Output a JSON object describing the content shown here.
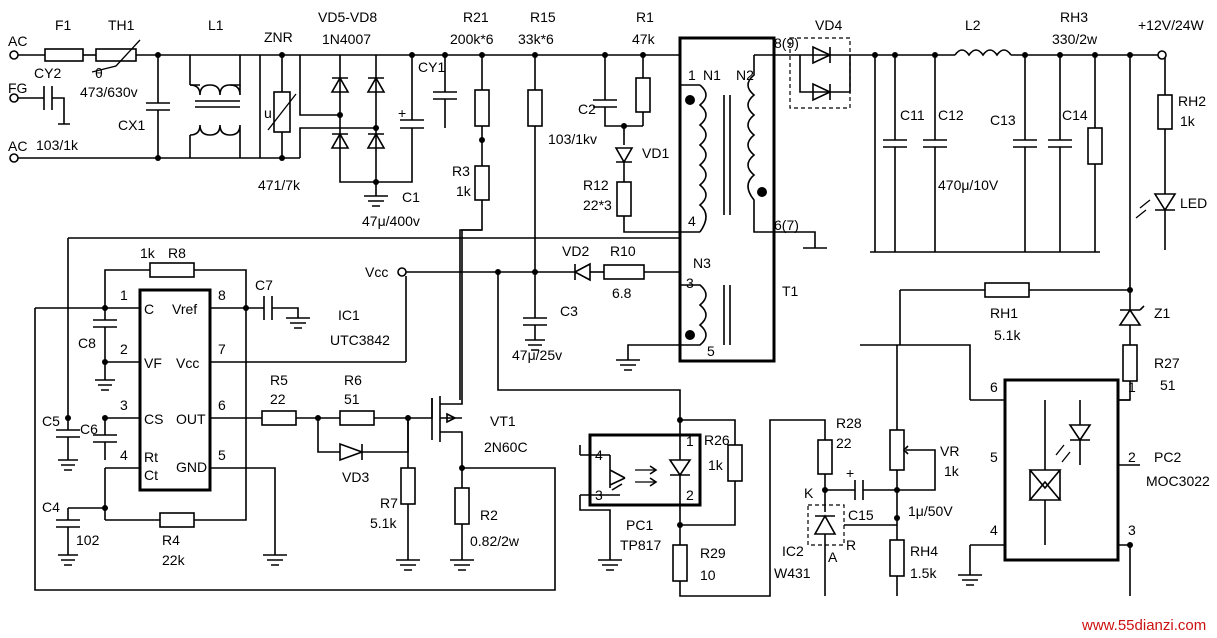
{
  "labels": {
    "ac_top": "AC",
    "fg": "FG",
    "ac_bottom": "AC",
    "f1": "F1",
    "th1": "TH1",
    "theta": "θ",
    "th1_val": "473/630v",
    "cy2": "CY2",
    "cy2_val": "103/1k",
    "cx1": "CX1",
    "l1": "L1",
    "znr": "ZNR",
    "znr_u": "u",
    "znr_val": "471/7k",
    "vd5_vd8": "VD5-VD8",
    "d1n4007": "1N4007",
    "cy1": "CY1",
    "c1": "C1",
    "c1_val": "47μ/400v",
    "plus": "+",
    "r21": "R21",
    "r21_val": "200k*6",
    "r15": "R15",
    "r15_val": "33k*6",
    "r1": "R1",
    "r1_val": "47k",
    "c2": "C2",
    "c2_val": "103/1kv",
    "vd1": "VD1",
    "r12": "R12",
    "r12_val": "22*3",
    "r3": "R3",
    "r3_val": "1k",
    "n1": "N1",
    "n2": "N2",
    "n3": "N3",
    "t1": "T1",
    "pin1": "1",
    "pin4": "4",
    "pin3": "3",
    "pin5": "5",
    "pin8_9": "8(9)",
    "pin6_7": "6(7)",
    "vd4": "VD4",
    "l2": "L2",
    "rh3": "RH3",
    "rh3_val": "330/2w",
    "out": "+12V/24W",
    "c11": "C11",
    "c12": "C12",
    "c12_val": "470μ/10V",
    "c13": "C13",
    "c14": "C14",
    "rh2": "RH2",
    "rh2_val": "1k",
    "led": "LED",
    "vcc": "Vcc",
    "vd2": "VD2",
    "r10": "R10",
    "r10_val": "6.8",
    "c3": "C3",
    "c3_val": "47μ/25v",
    "r8": "R8",
    "r8_val": "1k",
    "c7": "C7",
    "ic1": "IC1",
    "ic1_part": "UTC3842",
    "ic1_pin_c": "C",
    "ic1_pin_vref": "Vref",
    "ic1_pin_vf": "VF",
    "ic1_pin_vcc": "Vcc",
    "ic1_pin_cs": "CS",
    "ic1_pin_out": "OUT",
    "ic1_pin_rt": "Rt",
    "ic1_pin_ct": "Ct",
    "ic1_pin_gnd": "GND",
    "n_1": "1",
    "n_2": "2",
    "n_3": "3",
    "n_4": "4",
    "n_5": "5",
    "n_6": "6",
    "n_7": "7",
    "n_8": "8",
    "c8": "C8",
    "c5": "C5",
    "c6": "C6",
    "c4": "C4",
    "c4_val": "102",
    "r4": "R4",
    "r4_val": "22k",
    "r5": "R5",
    "r5_val": "22",
    "r6": "R6",
    "r6_val": "51",
    "vd3": "VD3",
    "r7": "R7",
    "r7_val": "5.1k",
    "vt1": "VT1",
    "vt1_part": "2N60C",
    "r2": "R2",
    "r2_val": "0.82/2w",
    "pc1": "PC1",
    "pc1_part": "TP817",
    "r26": "R26",
    "r26_val": "1k",
    "r29": "R29",
    "r29_val": "10",
    "r28": "R28",
    "r28_val": "22",
    "k": "K",
    "r_pin": "R",
    "a_pin": "A",
    "c15": "C15",
    "c15_val": "1μ/50V",
    "ic2": "IC2",
    "ic2_part": "W431",
    "vr": "VR",
    "vr_val": "1k",
    "rh4": "RH4",
    "rh4_val": "1.5k",
    "rh1": "RH1",
    "rh1_val": "5.1k",
    "z1": "Z1",
    "r27": "R27",
    "r27_val": "51",
    "pc2": "PC2",
    "pc2_part": "MOC3022",
    "watermark": "www.55dianzi.com"
  }
}
